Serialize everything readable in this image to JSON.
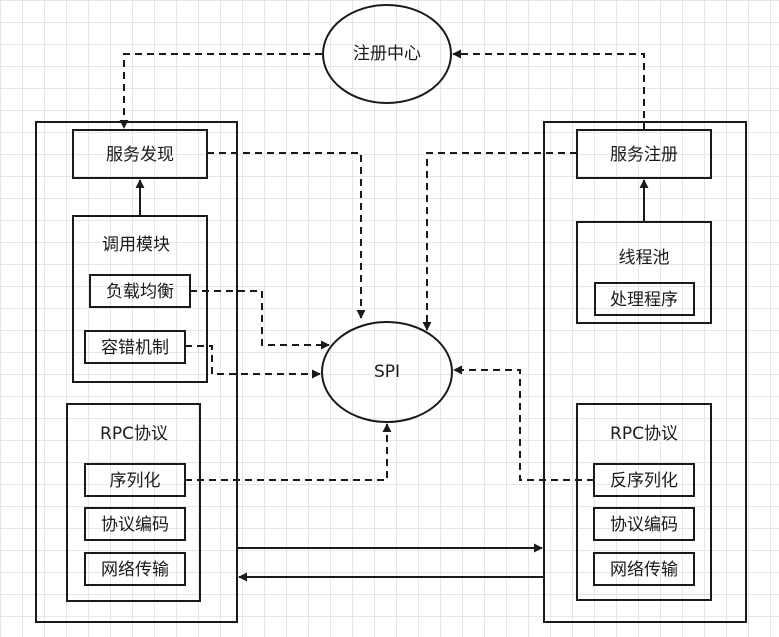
{
  "registry": {
    "label": "注册中心"
  },
  "spi": {
    "label": "SPI"
  },
  "consumer": {
    "service_discovery": "服务发现",
    "invoke_module": {
      "title": "调用模块",
      "load_balance": "负载均衡",
      "fault_tolerance": "容错机制"
    },
    "rpc_protocol": {
      "title": "RPC协议",
      "serialize": "序列化",
      "protocol_encode": "协议编码",
      "network_transport": "网络传输"
    }
  },
  "provider": {
    "service_register": "服务注册",
    "thread_pool": {
      "title": "线程池",
      "handler": "处理程序"
    },
    "rpc_protocol": {
      "title": "RPC协议",
      "deserialize": "反序列化",
      "protocol_encode": "协议编码",
      "network_transport": "网络传输"
    }
  },
  "colors": {
    "stroke": "#1a1a1a",
    "grid": "#e6e6e6",
    "background": "#ffffff"
  }
}
